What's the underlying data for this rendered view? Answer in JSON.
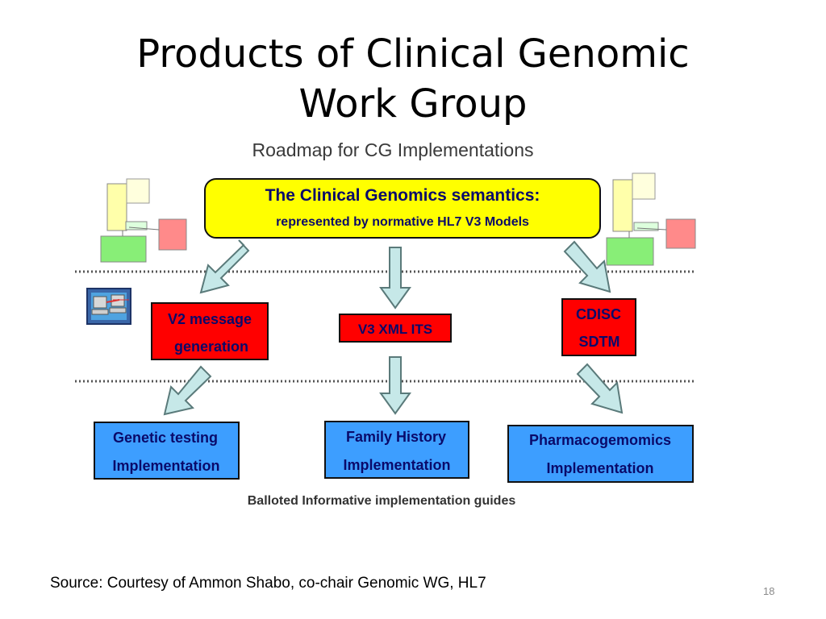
{
  "slide": {
    "title_line1": "Products of Clinical Genomic",
    "title_line2": "Work Group",
    "source": "Source:  Courtesy of Ammon Shabo,  co-chair Genomic WG, HL7",
    "page_number": "18"
  },
  "diagram": {
    "roadmap_title": "Roadmap for CG Implementations",
    "semantics_line1": "The Clinical Genomics semantics:",
    "semantics_line2": "represented by normative HL7 V3 Models",
    "v2_line1": "V2 message",
    "v2_line2": "generation",
    "v3_label": "V3 XML ITS",
    "cdisc_line1": "CDISC",
    "cdisc_line2": "SDTM",
    "genetic_line1": "Genetic testing",
    "genetic_line2": "Implementation",
    "family_line1": "Family History",
    "family_line2": "Implementation",
    "pharma_line1": "Pharmacogemomics",
    "pharma_line2": "Implementation",
    "balloted": "Balloted Informative implementation guides"
  },
  "colors": {
    "yellow_box": "#ffff00",
    "red_box": "#ff0000",
    "blue_box": "#3d9eff",
    "arrow_fill": "#c6e8e8",
    "arrow_stroke": "#5a7a7a",
    "label_text": "#0a0a6a"
  },
  "icons": [
    "uml-model-left-icon",
    "uml-model-right-icon",
    "computer-network-icon"
  ]
}
